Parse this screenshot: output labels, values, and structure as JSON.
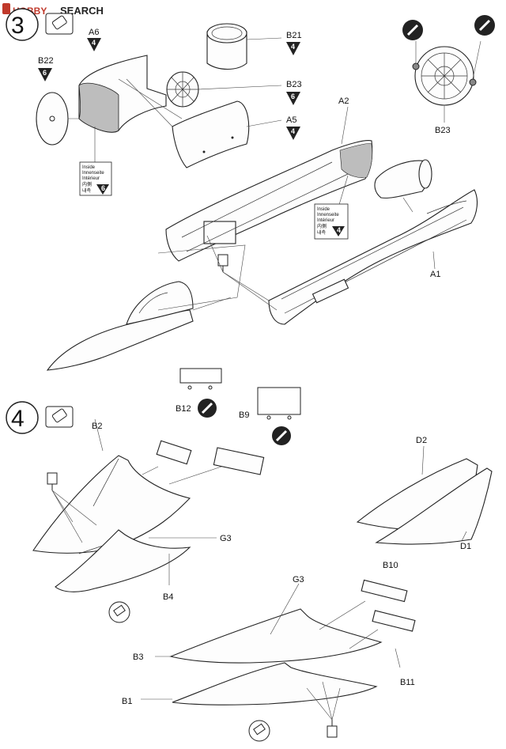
{
  "watermark": {
    "logo_text": "HOBBY",
    "label": "SEARCH",
    "accent": "#c0392b"
  },
  "steps": [
    {
      "number": "3"
    },
    {
      "number": "4"
    }
  ],
  "step3": {
    "parts": {
      "a6": {
        "name": "A6",
        "paint": "4"
      },
      "b22": {
        "name": "B22",
        "paint": "6"
      },
      "b21": {
        "name": "B21",
        "paint": "4"
      },
      "b23": {
        "name": "B23",
        "paint": "6"
      },
      "a5": {
        "name": "A5",
        "paint": "4"
      },
      "a2": {
        "name": "A2"
      },
      "a1": {
        "name": "A1"
      },
      "b23_detail": {
        "name": "B23"
      }
    },
    "inside_callout_left": {
      "lines": [
        "Inside",
        "Innenseite",
        "Intérieur",
        "内側",
        "내측"
      ],
      "paint": "6"
    },
    "inside_callout_right": {
      "lines": [
        "Inside",
        "Innenseite",
        "Intérieur",
        "内側",
        "내측"
      ],
      "paint": "4"
    }
  },
  "step4": {
    "labels": {
      "b2": "B2",
      "b12": "B12",
      "b9": "B9",
      "g3_left": "G3",
      "b4": "B4",
      "d2": "D2",
      "d1": "D1",
      "b10": "B10",
      "g3_right": "G3",
      "b3": "B3",
      "b11": "B11",
      "b1": "B1"
    }
  },
  "colors": {
    "ink": "#222222",
    "shade": "#bdbdbd",
    "paper": "#ffffff"
  }
}
